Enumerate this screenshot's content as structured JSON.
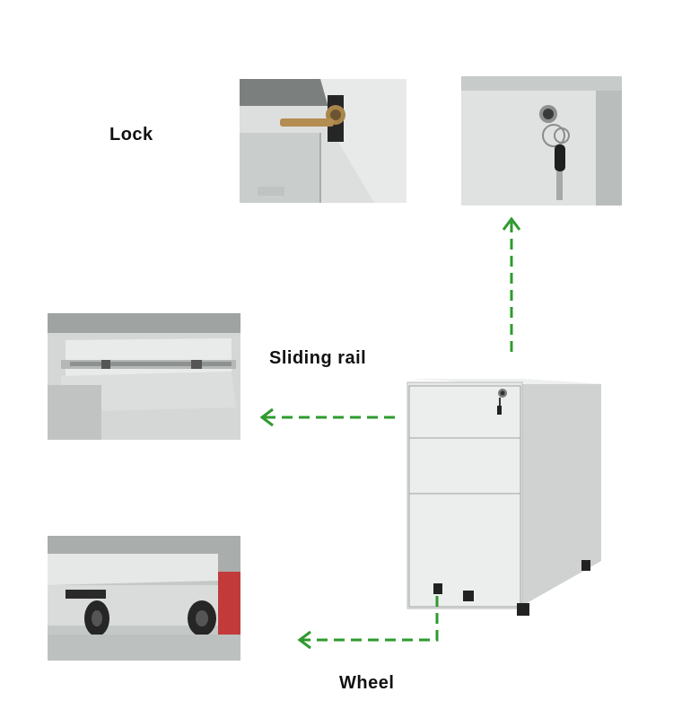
{
  "labels": {
    "lock": "Lock",
    "sliding_rail": "Sliding rail",
    "wheel": "Wheel"
  },
  "colors": {
    "arrow": "#2e9a2e",
    "cabinet_body": "#e6e8e8",
    "label_text": "#111111"
  },
  "photos": [
    {
      "id": "lock-cam-photo",
      "subject": "lock cam bolt inside drawer"
    },
    {
      "id": "lock-key-photo",
      "subject": "key inserted in drawer lock"
    },
    {
      "id": "sliding-rail-photo",
      "subject": "drawer on ball-bearing sliding rail"
    },
    {
      "id": "wheel-photo",
      "subject": "caster wheels under cabinet"
    }
  ]
}
